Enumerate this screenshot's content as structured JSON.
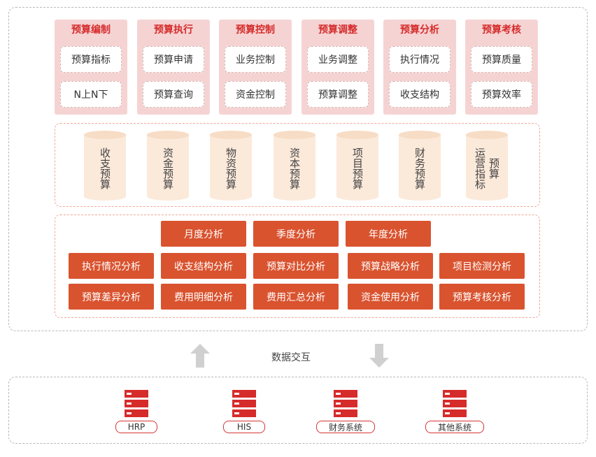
{
  "modules": [
    {
      "title": "预算编制",
      "items": [
        "预算指标",
        "N上N下"
      ]
    },
    {
      "title": "预算执行",
      "items": [
        "预算申请",
        "预算查询"
      ]
    },
    {
      "title": "预算控制",
      "items": [
        "业务控制",
        "资金控制"
      ]
    },
    {
      "title": "预算调整",
      "items": [
        "业务调整",
        "预算调整"
      ]
    },
    {
      "title": "预算分析",
      "items": [
        "执行情况",
        "收支结构"
      ]
    },
    {
      "title": "预算考核",
      "items": [
        "预算质量",
        "预算效率"
      ]
    }
  ],
  "cylinders": [
    {
      "cols": [
        "收支预算"
      ]
    },
    {
      "cols": [
        "资金预算"
      ]
    },
    {
      "cols": [
        "物资预算"
      ]
    },
    {
      "cols": [
        "资本预算"
      ]
    },
    {
      "cols": [
        "项目预算"
      ]
    },
    {
      "cols": [
        "财务预算"
      ]
    },
    {
      "cols": [
        "运营指标",
        "预算"
      ]
    }
  ],
  "analysis": {
    "row1": [
      "月度分析",
      "季度分析",
      "年度分析"
    ],
    "row2": [
      "执行情况分析",
      "收支结构分析",
      "预算对比分析",
      "预算战略分析",
      "项目检测分析"
    ],
    "row3": [
      "预算差异分析",
      "费用明细分析",
      "费用汇总分析",
      "资金使用分析",
      "预算考核分析"
    ]
  },
  "exchange_label": "数据交互",
  "systems": [
    "HRP",
    "HIS",
    "财务系统",
    "其他系统"
  ],
  "colors": {
    "accent": "#d9532f",
    "title_red": "#d52b2b",
    "module_bg": "#f6d3d3",
    "cylinder": "#fbe9da"
  }
}
